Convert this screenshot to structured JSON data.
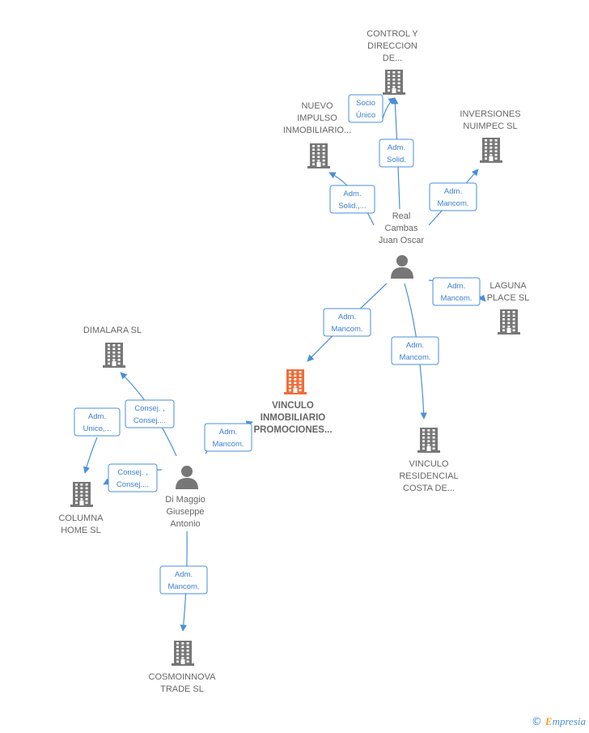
{
  "colors": {
    "building": "#777777",
    "focus_building": "#f26c3a",
    "edge": "#4a8fd8",
    "edge_text": "#3a7fcf",
    "label": "#666666",
    "person": "#777777"
  },
  "nodes": [
    {
      "id": "control",
      "type": "company",
      "icon": "building-icon",
      "label": [
        "CONTROL Y",
        "DIRECCION",
        "DE..."
      ]
    },
    {
      "id": "nuevo",
      "type": "company",
      "icon": "building-icon",
      "label": [
        "NUEVO",
        "IMPULSO",
        "INMOBILIARIO..."
      ]
    },
    {
      "id": "inversiones",
      "type": "company",
      "icon": "building-icon",
      "label": [
        "INVERSIONES",
        "NUIMPEC  SL"
      ]
    },
    {
      "id": "real",
      "type": "person",
      "icon": "person-icon",
      "label": [
        "Real",
        "Cambas",
        "Juan Oscar"
      ]
    },
    {
      "id": "laguna",
      "type": "company",
      "icon": "building-icon",
      "label": [
        "LAGUNA",
        "PLACE  SL"
      ]
    },
    {
      "id": "dimalara",
      "type": "company",
      "icon": "building-icon",
      "label": [
        "DIMALARA SL"
      ]
    },
    {
      "id": "vinculo_inm",
      "type": "focus",
      "icon": "building-icon",
      "label": [
        "VINCULO",
        "INMOBILIARIO",
        "PROMOCIONES..."
      ]
    },
    {
      "id": "vinculo_res",
      "type": "company",
      "icon": "building-icon",
      "label": [
        "VINCULO",
        "RESIDENCIAL",
        "COSTA DE..."
      ]
    },
    {
      "id": "columna",
      "type": "company",
      "icon": "building-icon",
      "label": [
        "COLUMNA",
        "HOME  SL"
      ]
    },
    {
      "id": "dimaggio",
      "type": "person",
      "icon": "person-icon",
      "label": [
        "Di Maggio",
        "Giuseppe",
        "Antonio"
      ]
    },
    {
      "id": "cosmo",
      "type": "company",
      "icon": "building-icon",
      "label": [
        "COSMOINNOVA",
        "TRADE  SL"
      ]
    }
  ],
  "edges": [
    {
      "from": "real",
      "to": "control",
      "label": [
        "Adm.",
        "Solid."
      ]
    },
    {
      "from": "real",
      "to": "control",
      "label": [
        "Socio",
        "Único"
      ]
    },
    {
      "from": "real",
      "to": "nuevo",
      "label": [
        "Adm.",
        "Solid.,..."
      ]
    },
    {
      "from": "real",
      "to": "inversiones",
      "label": [
        "Adm.",
        "Mancom."
      ]
    },
    {
      "from": "real",
      "to": "laguna",
      "label": [
        "Adm.",
        "Mancom."
      ]
    },
    {
      "from": "real",
      "to": "vinculo_inm",
      "label": [
        "Adm.",
        "Mancom."
      ]
    },
    {
      "from": "real",
      "to": "vinculo_res",
      "label": [
        "Adm.",
        "Mancom."
      ]
    },
    {
      "from": "dimaggio",
      "to": "vinculo_inm",
      "label": [
        "Adm.",
        "Mancom."
      ]
    },
    {
      "from": "dimaggio",
      "to": "dimalara",
      "label": [
        "Consej. ,",
        "Consej...."
      ]
    },
    {
      "from": "dimaggio",
      "to": "columna",
      "label": [
        "Consej. ,",
        "Consej...."
      ]
    },
    {
      "from": "columna",
      "to": "dimalara",
      "label": [
        "Adm.",
        "Unico,..."
      ]
    },
    {
      "from": "dimaggio",
      "to": "cosmo",
      "label": [
        "Adm.",
        "Mancom."
      ]
    }
  ],
  "brand": {
    "copyright": "©",
    "initial": "E",
    "name": "mpresia"
  }
}
